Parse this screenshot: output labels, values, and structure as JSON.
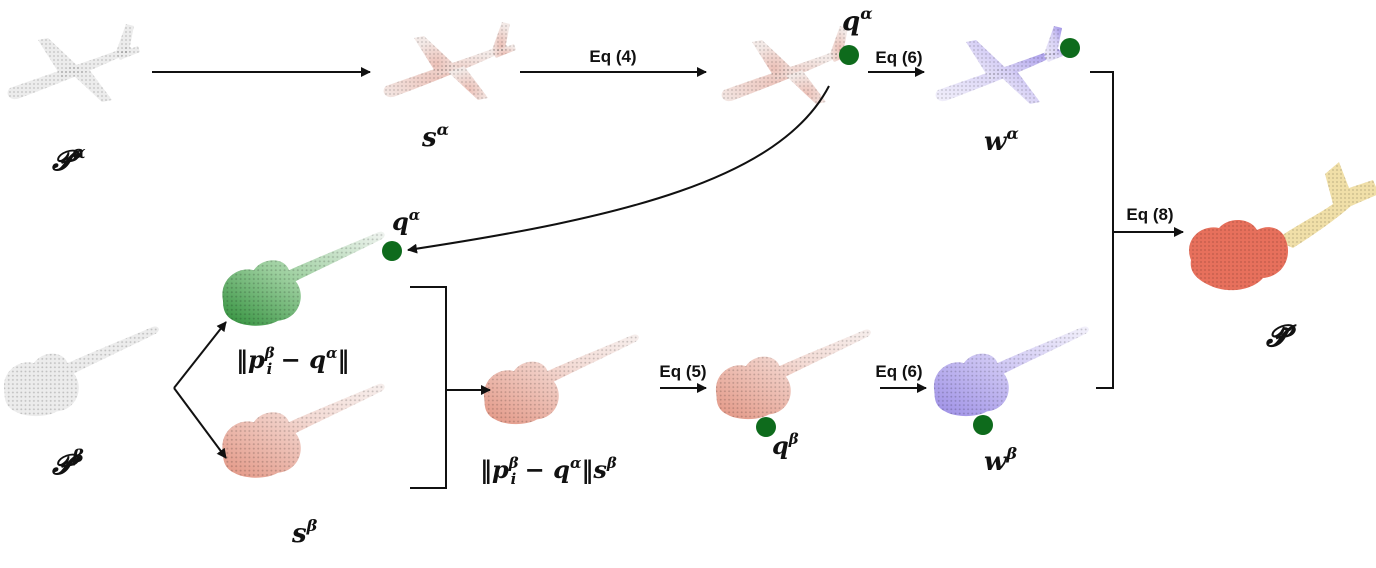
{
  "colors": {
    "neutral_points": "#ececec",
    "saliency_red": "#e07b6a",
    "distance_green": "#2f8f3a",
    "weight_purple": "#9d8fe6",
    "anchor_point": "#0e6b1c",
    "output_guitar": "#e7705c",
    "output_tail": "#f0dfa8"
  },
  "labels": {
    "p_alpha_base": "𝓟",
    "p_alpha_sup": "α",
    "s_alpha_base": "s",
    "s_alpha_sup": "α",
    "q_alpha_top_base": "q",
    "q_alpha_top_sup": "α",
    "w_alpha_base": "w",
    "w_alpha_sup": "α",
    "q_alpha_mid_base": "q",
    "q_alpha_mid_sup": "α",
    "dist_pre": "‖",
    "dist_p": "p",
    "dist_p_sup": "β",
    "dist_p_sub": "i",
    "dist_mid": " − ",
    "dist_q": "q",
    "dist_q_sup": "α",
    "dist_post": "‖",
    "p_beta_base": "𝓟",
    "p_beta_sup": "β",
    "s_beta_base": "s",
    "s_beta_sup": "β",
    "wdist_pre": "‖",
    "wdist_p": "p",
    "wdist_p_sup": "β",
    "wdist_p_sub": "i",
    "wdist_mid": " − ",
    "wdist_q": "q",
    "wdist_q_sup": "α",
    "wdist_post": "‖",
    "wdist_s": "s",
    "wdist_s_sup": "β",
    "q_beta_base": "q",
    "q_beta_sup": "β",
    "w_beta_base": "w",
    "w_beta_sup": "β",
    "p_tilde_base": "𝓟̃"
  },
  "equations": {
    "eq4": "Eq (4)",
    "eq6_top": "Eq (6)",
    "eq5": "Eq (5)",
    "eq6_bottom": "Eq (6)",
    "eq8": "Eq (8)"
  }
}
